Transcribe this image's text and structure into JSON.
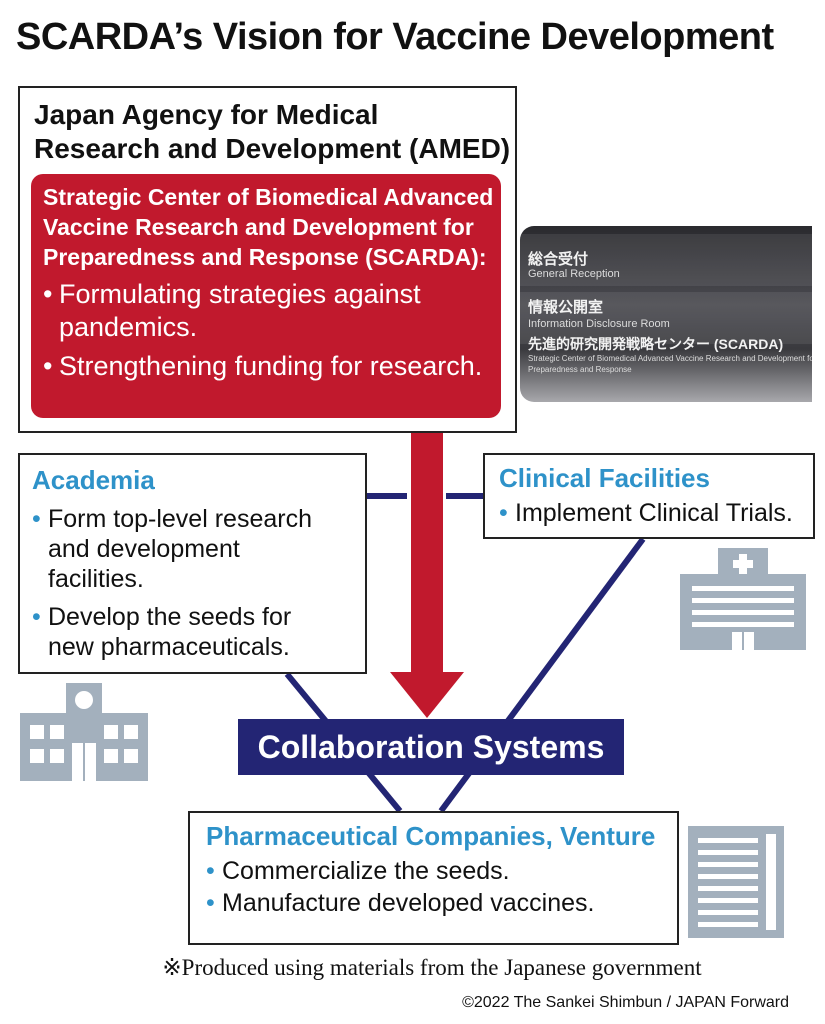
{
  "title": "SCARDA’s Vision for Vaccine Development",
  "amed": {
    "name_line1": "Japan Agency for Medical",
    "name_line2": "Research and Development (AMED)"
  },
  "scarda": {
    "name_lines": [
      "Strategic Center of Biomedical Advanced",
      "Vaccine Research and Development for",
      "Preparedness and Response (SCARDA):"
    ],
    "points": [
      {
        "lines": [
          "Formulating strategies against",
          "pandemics."
        ]
      },
      {
        "lines": [
          "Strengthening funding for research."
        ]
      }
    ]
  },
  "photo_sign": {
    "row1_ja": "総合受付",
    "row1_en": "General Reception",
    "row2_ja": "情報公開室",
    "row2_en": "Information Disclosure Room",
    "row3_ja": "先進的研究開発戦略センター (SCARDA)",
    "row3_en_line1": "Strategic Center of Biomedical Advanced Vaccine Research and Development for",
    "row3_en_line2": "Preparedness and Response"
  },
  "academia": {
    "title": "Academia",
    "points": [
      {
        "lines": [
          "Form top-level research",
          "and development",
          "facilities."
        ]
      },
      {
        "lines": [
          "Develop the seeds for",
          "new pharmaceuticals."
        ]
      }
    ]
  },
  "clinical": {
    "title": "Clinical Facilities",
    "points": [
      {
        "lines": [
          "Implement Clinical Trials."
        ]
      }
    ]
  },
  "collaboration": {
    "label": "Collaboration Systems"
  },
  "pharma": {
    "title": "Pharmaceutical Companies, Venture",
    "points": [
      {
        "lines": [
          "Commercialize the seeds."
        ]
      },
      {
        "lines": [
          "Manufacture developed vaccines."
        ]
      }
    ]
  },
  "footer": {
    "note": "※Produced using materials from the Japanese government",
    "copyright": "©2022 The Sankei Shimbun / JAPAN Forward"
  },
  "colors": {
    "scarda_red": "#c1192d",
    "navy": "#232574",
    "accent_blue": "#2e92c9",
    "icon_gray": "#a3b0bd"
  },
  "icons": {
    "university": "university-building-icon",
    "hospital": "hospital-building-icon",
    "office": "office-building-icon"
  }
}
